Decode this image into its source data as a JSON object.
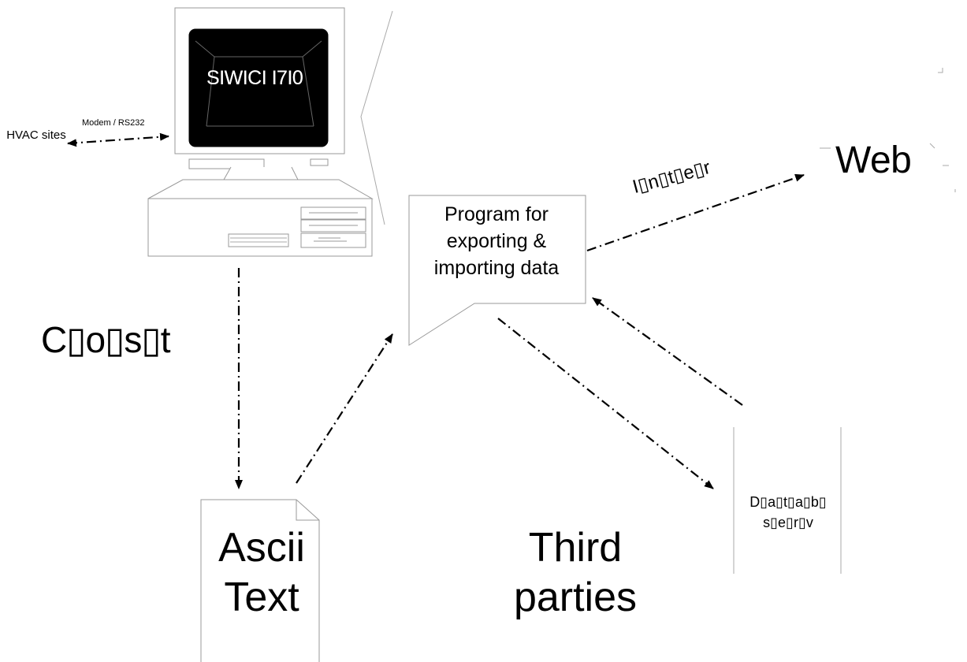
{
  "diagram": {
    "hvac_sites": "HVAC sites",
    "link_modem": "Modem / RS232",
    "screen_text": "SIWICI I7I0",
    "cost": "C▯o▯s▯t",
    "program": "Program for exporting & importing data",
    "internet": "I▯n▯t▯e▯r",
    "web": "Web",
    "ascii_text": "Ascii Text",
    "third_parties": "Third parties",
    "database_server": "D▯a▯t▯a▯b▯ s▯e▯r▯v"
  }
}
